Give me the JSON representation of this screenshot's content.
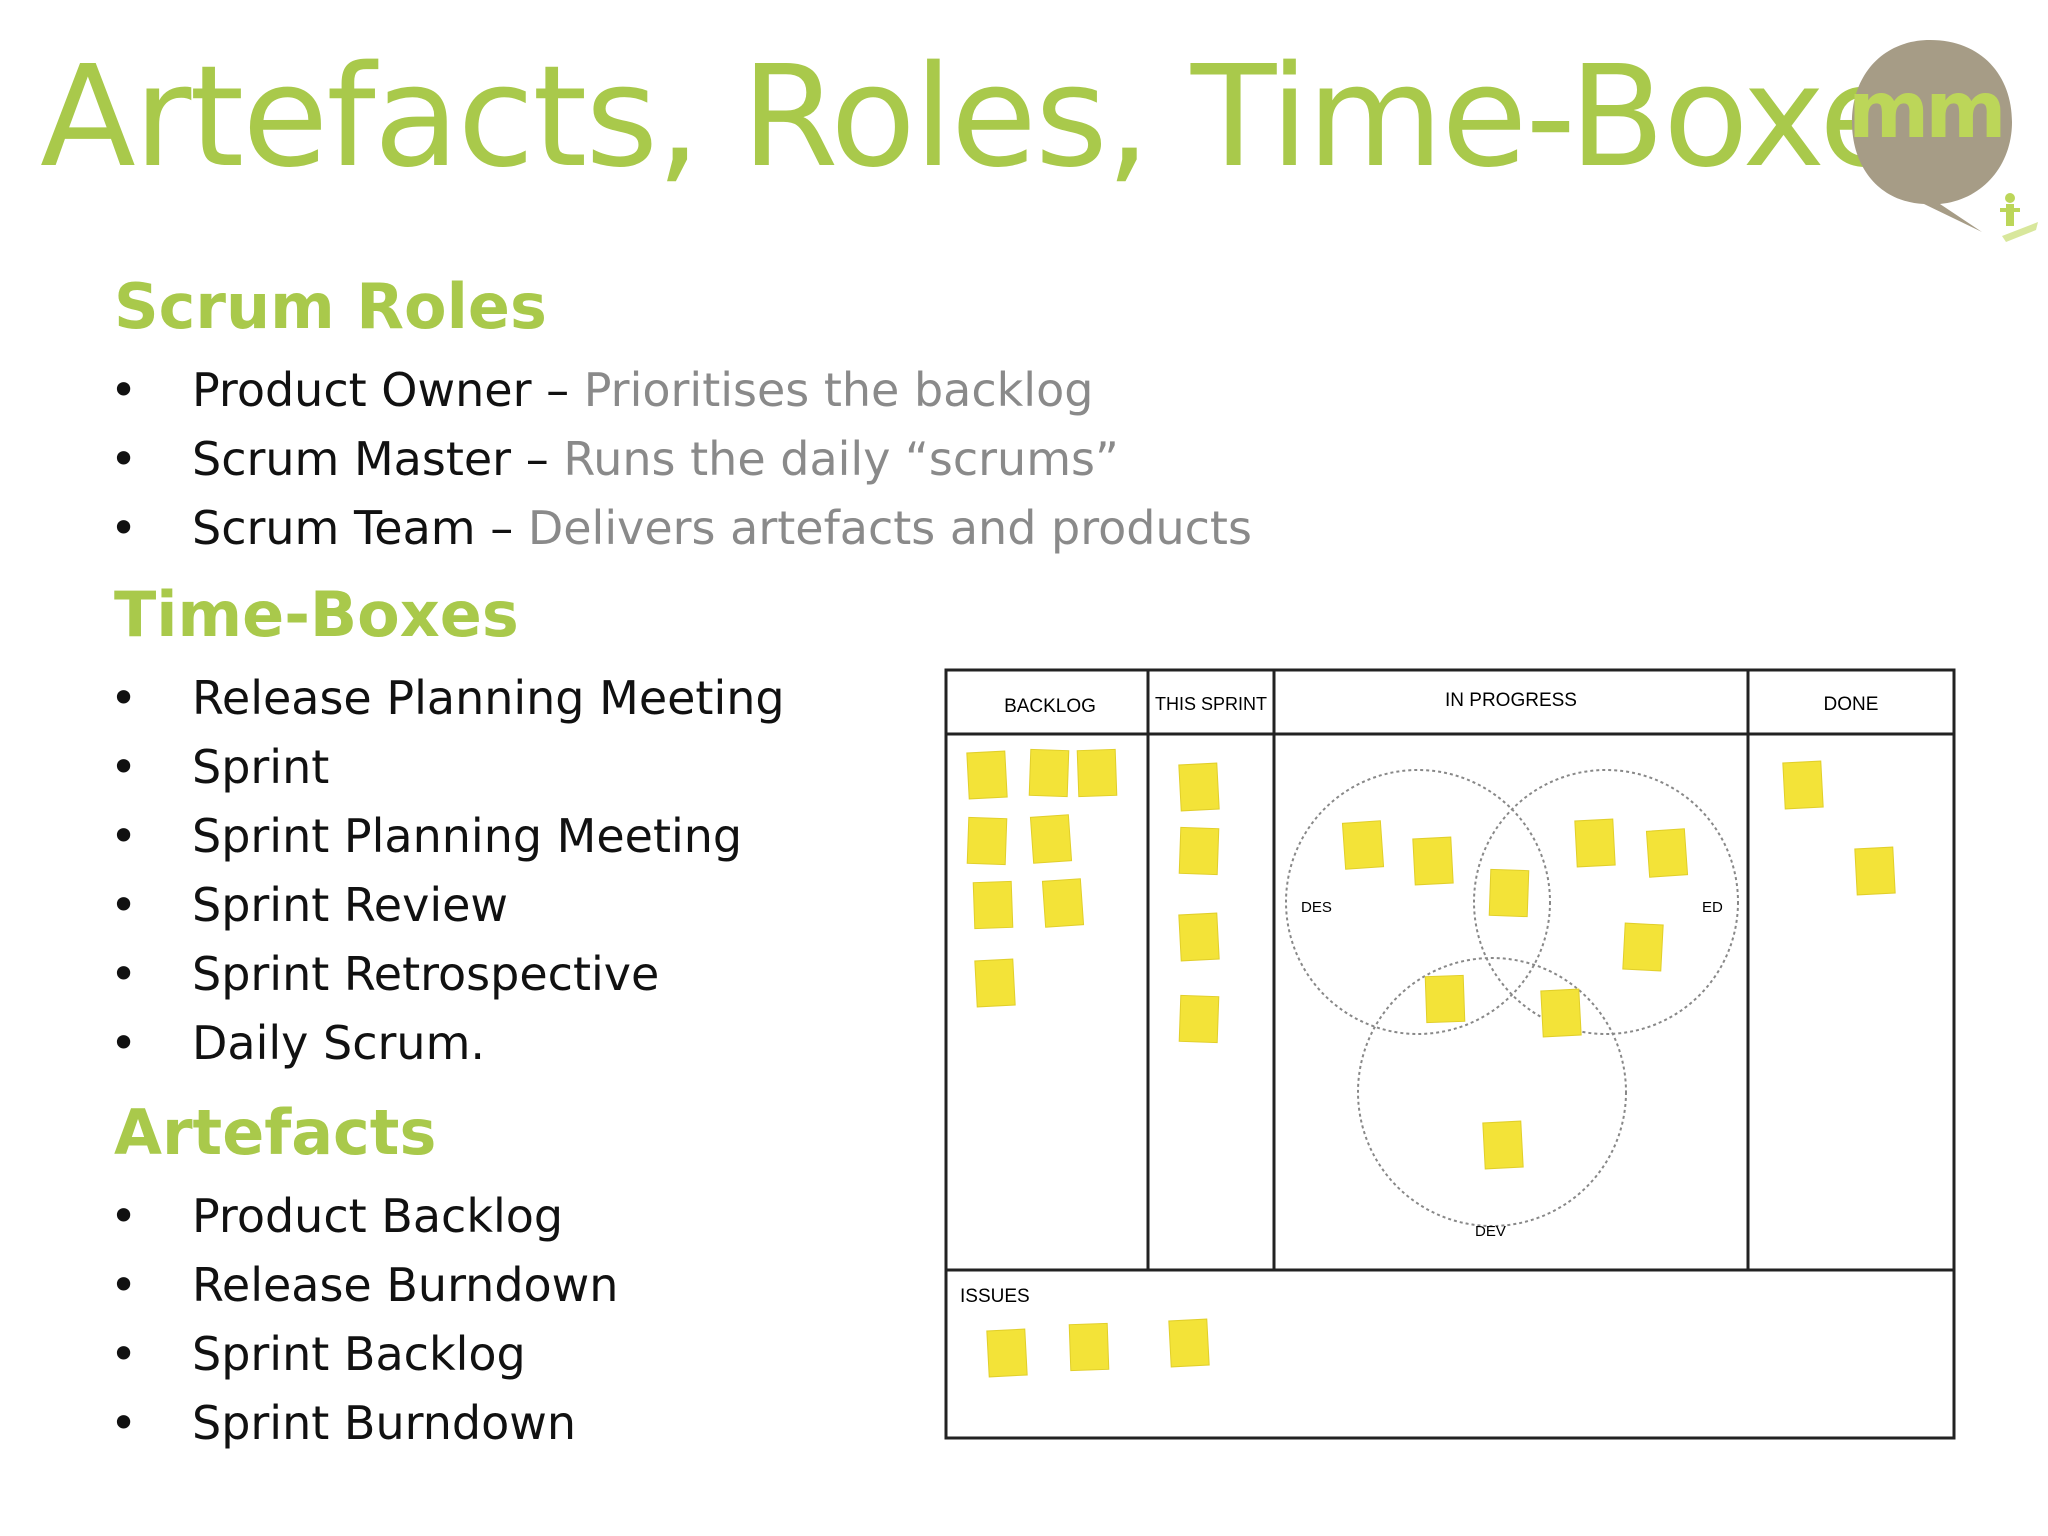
{
  "title": "Artefacts, Roles, Time-Boxes",
  "logo": {
    "text": "mm",
    "circle_color": "#a69c86",
    "text_color": "#bcd659"
  },
  "colors": {
    "accent": "#a9c94b",
    "body_text": "#111111",
    "description_text": "#8a8a8a",
    "sticky_note": "#f3e338"
  },
  "scrum_roles": {
    "heading": "Scrum Roles",
    "items": [
      {
        "role": "Product Owner",
        "sep": " – ",
        "desc": "Prioritises the backlog"
      },
      {
        "role": "Scrum Master",
        "sep": " – ",
        "desc": "Runs the daily “scrums”"
      },
      {
        "role": "Scrum Team",
        "sep": " – ",
        "desc": "Delivers artefacts and products"
      }
    ]
  },
  "time_boxes": {
    "heading": "Time-Boxes",
    "items": [
      "Release Planning Meeting",
      "Sprint",
      "Sprint Planning Meeting",
      "Sprint Review",
      "Sprint Retrospective",
      "Daily Scrum."
    ]
  },
  "artefacts": {
    "heading": "Artefacts",
    "items": [
      "Product Backlog",
      "Release Burndown",
      "Sprint Backlog",
      "Sprint Burndown"
    ]
  },
  "bullet_char": "•",
  "board": {
    "columns": {
      "backlog": "BACKLOG",
      "this_sprint": "THIS SPRINT",
      "in_progress": "IN PROGRESS",
      "done": "DONE"
    },
    "issues": "ISSUES",
    "circles": {
      "des": "DES",
      "ed": "ED",
      "dev": "DEV"
    }
  }
}
